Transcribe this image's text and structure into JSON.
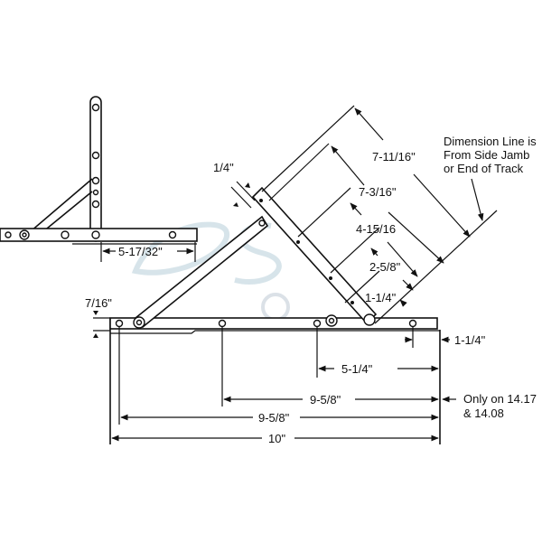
{
  "diagram": {
    "labels": {
      "small_offset": "5-17/32\"",
      "thickness": "1/4\"",
      "track_height": "7/16\"",
      "arm_7_11_16": "7-11/16\"",
      "arm_7_3_16": "7-3/16\"",
      "arm_4_15_16": "4-15/16",
      "arm_2_5_8": "2-5/8\"",
      "arm_1_1_4": "1-1/4\"",
      "end_offset": "1-1/4\"",
      "dim_5_1_4": "5-1/4\"",
      "dim_9_5_8_a": "9-5/8\"",
      "dim_9_5_8_b": "9-5/8\"",
      "dim_10": "10\""
    },
    "notes": {
      "dimension_line": [
        "Dimension Line is",
        "From Side Jamb",
        "or End of Track"
      ],
      "only_on": [
        "Only on 14.17",
        "& 14.08"
      ]
    }
  }
}
